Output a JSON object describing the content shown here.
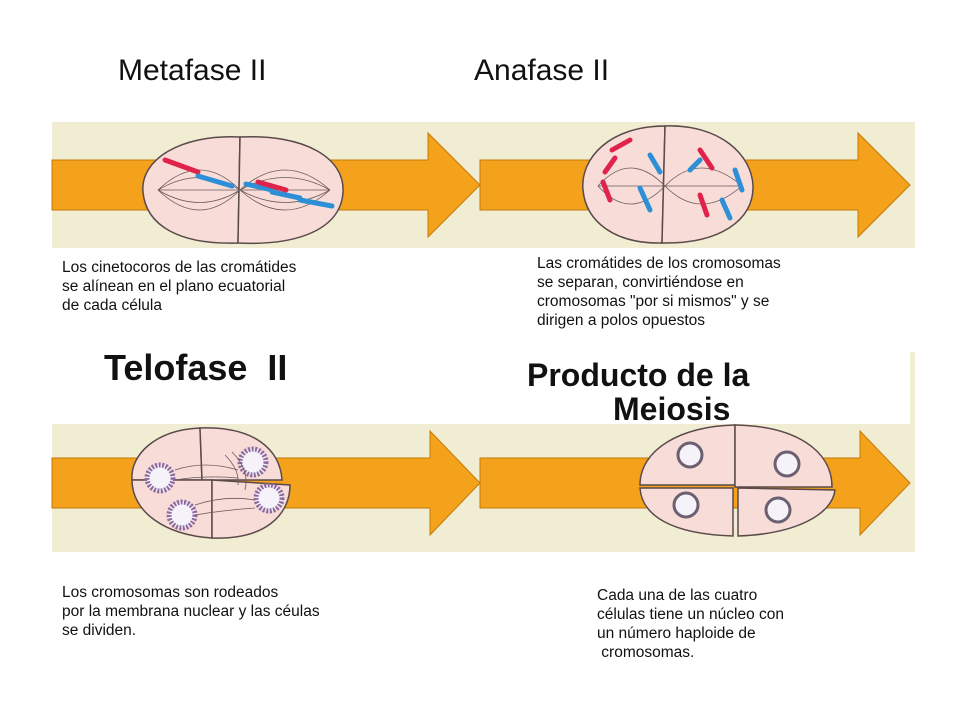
{
  "titles": {
    "metafase": "Metafase II",
    "anafase": "Anafase II",
    "telofase": "Telofase",
    "telofase_numeral": "II",
    "producto_line1": "Producto de la",
    "producto_line2": "Meiosis"
  },
  "captions": {
    "metafase": [
      "Los cinetocoros de las cromátides",
      "se alínean en el plano ecuatorial",
      "de cada célula"
    ],
    "anafase": [
      "Las cromátides de los cromosomas",
      "se separan, convirtiéndose en",
      "cromosomas \"por si mismos\" y se",
      "dirigen a polos opuestos"
    ],
    "telofase": [
      "Los cromosomas son rodeados",
      "por la membrana nuclear y las céulas",
      "se dividen."
    ],
    "producto": [
      "Cada una de las cuatro",
      "células tiene un núcleo con",
      "un número haploide de",
      " cromosomas."
    ]
  },
  "colors": {
    "band": "#f1edd2",
    "arrow": "#f4a21c",
    "cell_fill": "#f8dcd8",
    "cell_stroke": "#5a4a4a",
    "chromosome_red": "#e0234a",
    "chromosome_blue": "#2d8fd6",
    "nucleus_ring": "#8a6aa0"
  }
}
